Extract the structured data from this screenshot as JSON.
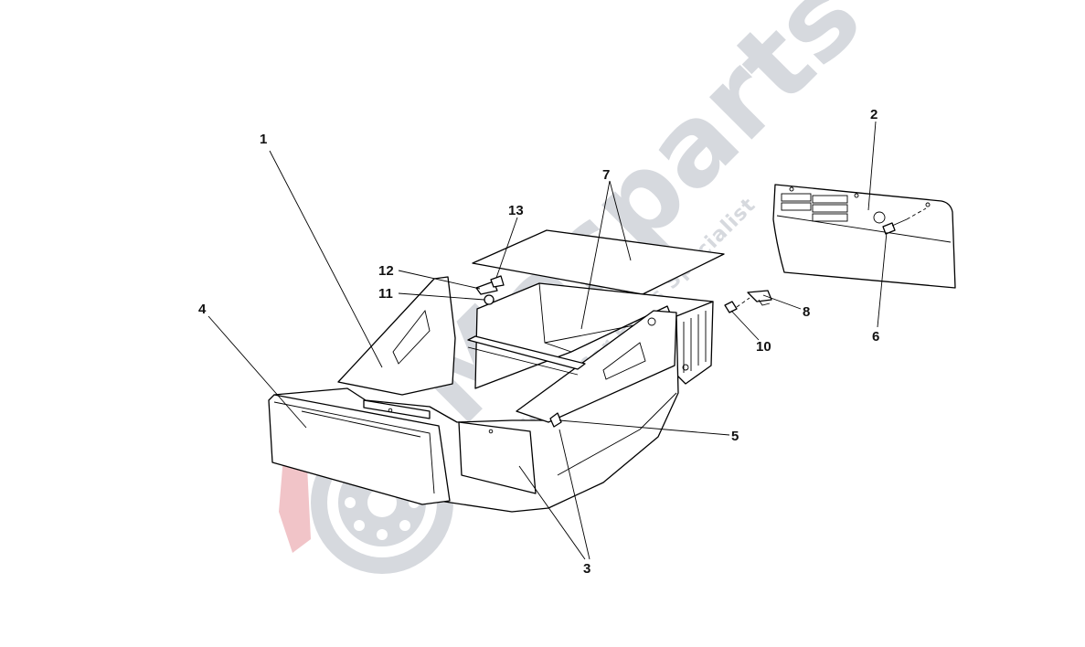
{
  "diagram": {
    "callouts": [
      {
        "id": "1",
        "label": "1"
      },
      {
        "id": "2",
        "label": "2"
      },
      {
        "id": "3",
        "label": "3"
      },
      {
        "id": "4",
        "label": "4"
      },
      {
        "id": "5",
        "label": "5"
      },
      {
        "id": "6",
        "label": "6"
      },
      {
        "id": "7",
        "label": "7"
      },
      {
        "id": "8",
        "label": "8"
      },
      {
        "id": "10",
        "label": "10"
      },
      {
        "id": "11",
        "label": "11"
      },
      {
        "id": "12",
        "label": "12"
      },
      {
        "id": "13",
        "label": "13"
      }
    ]
  },
  "watermark": {
    "brand": "Masparts",
    "tagline": "Exclusive Car Parts Specialist",
    "colors": {
      "gray": "#d6d9de",
      "red": "#f1c4c8"
    }
  }
}
